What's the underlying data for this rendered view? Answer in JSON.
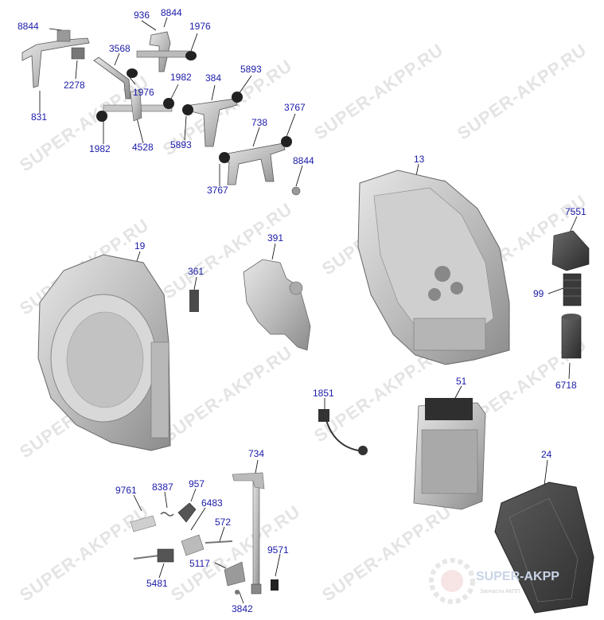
{
  "watermark": {
    "text": "SUPER-AKPP.RU",
    "logo_text": "SUPER-AKPP",
    "logo_sub": "Запчасти АКПП"
  },
  "callouts": [
    {
      "id": "c1",
      "label": "8844"
    },
    {
      "id": "c2",
      "label": "936"
    },
    {
      "id": "c3",
      "label": "8844"
    },
    {
      "id": "c4",
      "label": "1976"
    },
    {
      "id": "c5",
      "label": "3568"
    },
    {
      "id": "c6",
      "label": "2278"
    },
    {
      "id": "c7",
      "label": "1976"
    },
    {
      "id": "c8",
      "label": "1982"
    },
    {
      "id": "c9",
      "label": "384"
    },
    {
      "id": "c10",
      "label": "5893"
    },
    {
      "id": "c11",
      "label": "831"
    },
    {
      "id": "c12",
      "label": "1982"
    },
    {
      "id": "c13",
      "label": "4528"
    },
    {
      "id": "c14",
      "label": "5893"
    },
    {
      "id": "c15",
      "label": "738"
    },
    {
      "id": "c16",
      "label": "3767"
    },
    {
      "id": "c17",
      "label": "3767"
    },
    {
      "id": "c18",
      "label": "8844"
    },
    {
      "id": "c19",
      "label": "13"
    },
    {
      "id": "c20",
      "label": "7551"
    },
    {
      "id": "c21",
      "label": "19"
    },
    {
      "id": "c22",
      "label": "391"
    },
    {
      "id": "c23",
      "label": "361"
    },
    {
      "id": "c24",
      "label": "99"
    },
    {
      "id": "c25",
      "label": "6718"
    },
    {
      "id": "c26",
      "label": "1851"
    },
    {
      "id": "c27",
      "label": "51"
    },
    {
      "id": "c28",
      "label": "734"
    },
    {
      "id": "c29",
      "label": "24"
    },
    {
      "id": "c30",
      "label": "9761"
    },
    {
      "id": "c31",
      "label": "8387"
    },
    {
      "id": "c32",
      "label": "957"
    },
    {
      "id": "c33",
      "label": "6483"
    },
    {
      "id": "c34",
      "label": "572"
    },
    {
      "id": "c35",
      "label": "9571"
    },
    {
      "id": "c36",
      "label": "5117"
    },
    {
      "id": "c37",
      "label": "5481"
    },
    {
      "id": "c38",
      "label": "3842"
    }
  ]
}
